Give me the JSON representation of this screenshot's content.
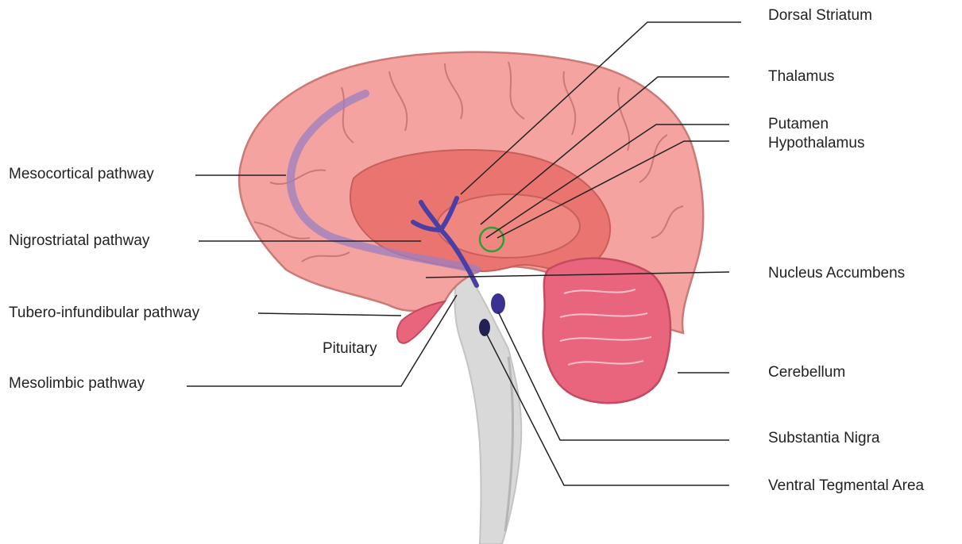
{
  "labels": {
    "dorsal_striatum": "Dorsal Striatum",
    "thalamus": "Thalamus",
    "putamen": "Putamen",
    "hypothalamus": "Hypothalamus",
    "nucleus_accumbens": "Nucleus Accumbens",
    "cerebellum": "Cerebellum",
    "substantia_nigra": "Substantia Nigra",
    "ventral_tegmental_area": "Ventral Tegmental Area",
    "mesocortical_pathway": "Mesocortical pathway",
    "nigrostriatal_pathway": "Nigrostriatal pathway",
    "tubero_infundibular_pathway": "Tubero-infundibular pathway",
    "pituitary": "Pituitary",
    "mesolimbic_pathway": "Mesolimbic pathway"
  },
  "colors": {
    "cortex": "#f4a3a0",
    "cortex_outline": "#c97a77",
    "inner_region": "#ea7570",
    "cerebellum": "#e9657e",
    "brainstem": "#d9d9d9",
    "pathway": "#4b3fa6",
    "nucleus_dark": "#232054",
    "leader_line": "#222222",
    "highlight_ring": "#2e9e3a"
  }
}
